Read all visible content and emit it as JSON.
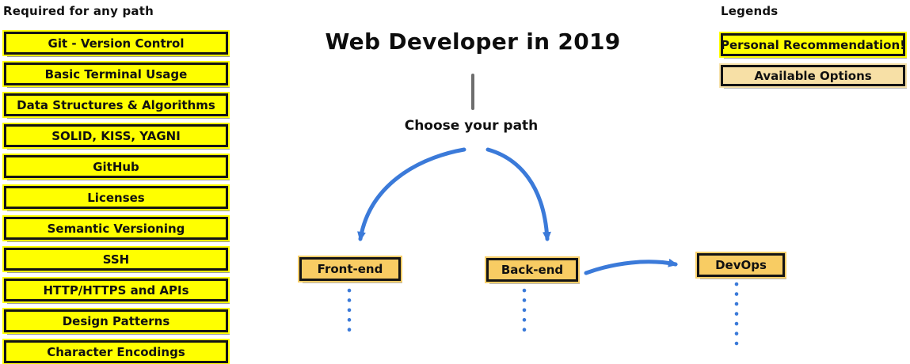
{
  "colors": {
    "required_fill": "#FFFF00",
    "path_fill": "#F8CC63",
    "option_fill": "#F7E0A6",
    "arrow_blue": "#3B7AD9",
    "stem_gray": "#6e6e6e",
    "border_black": "#141414"
  },
  "left_panel": {
    "heading": "Required for any path",
    "items": [
      "Git - Version Control",
      "Basic Terminal Usage",
      "Data Structures & Algorithms",
      "SOLID, KISS, YAGNI",
      "GitHub",
      "Licenses",
      "Semantic Versioning",
      "SSH",
      "HTTP/HTTPS and APIs",
      "Design Patterns",
      "Character Encodings"
    ]
  },
  "center": {
    "title": "Web Developer in 2019",
    "prompt": "Choose your path",
    "paths": [
      {
        "label": "Front-end"
      },
      {
        "label": "Back-end"
      },
      {
        "label": "DevOps"
      }
    ]
  },
  "legend": {
    "heading": "Legends",
    "items": [
      {
        "label": "Personal Recommendation!",
        "type": "recommendation"
      },
      {
        "label": "Available Options",
        "type": "option"
      }
    ]
  }
}
